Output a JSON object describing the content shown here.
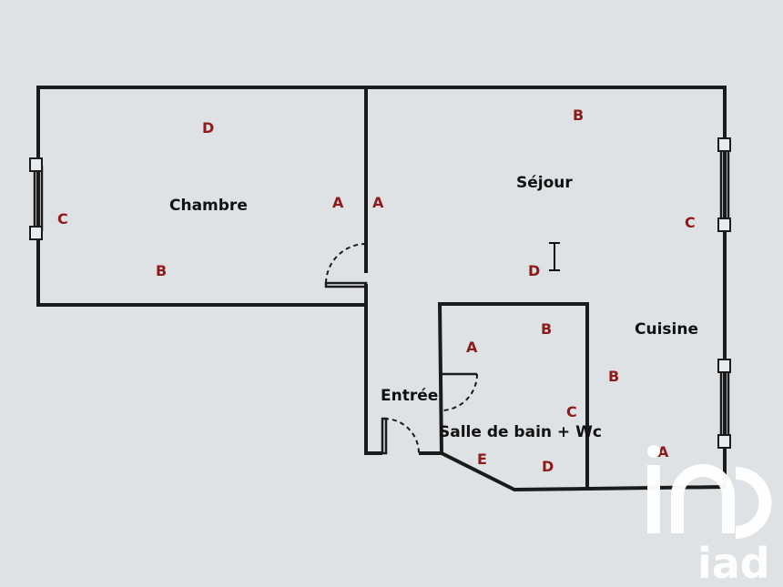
{
  "rooms": {
    "chambre": "Chambre",
    "sejour": "Séjour",
    "cuisine": "Cuisine",
    "entree": "Entrée",
    "salle_de_bain": "Salle de bain + Wc"
  },
  "wall_markers": {
    "chambre": {
      "top": "D",
      "left": "C",
      "right": "A",
      "bottom": "B"
    },
    "sejour": {
      "top": "B",
      "left": "A",
      "right": "C",
      "bottom": "D"
    },
    "cuisine": {
      "left": "B",
      "right": "A"
    },
    "salle_de_bain": {
      "a": "A",
      "b": "B",
      "c": "C",
      "d": "D",
      "e": "E"
    }
  },
  "logo": {
    "main": "iad"
  },
  "colors": {
    "background": "#dfe2e4",
    "walls": "#1b1b1b",
    "markers": "#8e1a1a",
    "logo": "#ffffff"
  }
}
